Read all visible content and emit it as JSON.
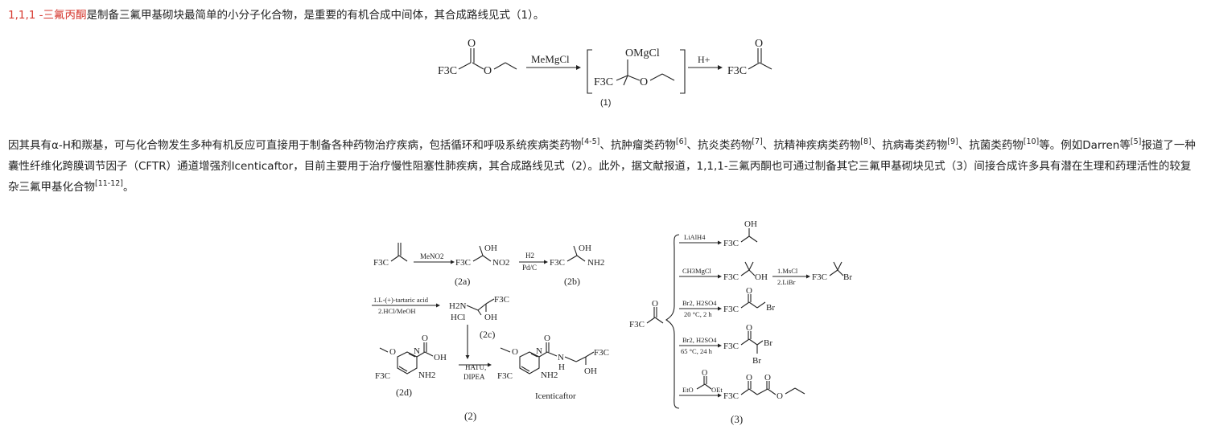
{
  "intro": {
    "highlight": "1,1,1 -三氟丙酮",
    "text": "是制备三氟甲基砌块最简单的小分子化合物，是重要的有机合成中间体，其合成路线见式（1）。"
  },
  "body": {
    "t1": "因其具有α-H和羰基，可与化合物发生多种有机反应可直接用于制备各种药物治疗疾病，包括循环和呼吸系统疾病类药物",
    "r1": "[4-5]",
    "t2": "、抗肿瘤类药物",
    "r2": "[6]",
    "t3": "、抗炎类药物",
    "r3": "[7]",
    "t4": "、抗精神疾病类药物",
    "r4": "[8]",
    "t5": "、抗病毒类药物",
    "r5": "[9]",
    "t6": "、抗菌类药物",
    "r6": "[10]",
    "t7": "等。例如Darren等",
    "r7": "[5]",
    "t8": "报道了一种囊性纤维化跨膜调节因子（CFTR）通道增强剂Icenticaftor，目前主要用于治疗慢性阻塞性肺疾病，其合成路线见式（2）。此外，据文献报道，1,1,1-三氟丙酮也可通过制备其它三氟甲基砌块见式（3）间接合成许多具有潜在生理和药理活性的较复杂三氟甲基化合物",
    "r8": "[11-12]",
    "t9": "。"
  },
  "scheme1": {
    "cf3": "F3C",
    "o": "O",
    "reagent": "MeMgCl",
    "omgcl": "OMgCl",
    "acid": "H+",
    "label": "(1)"
  },
  "scheme2": {
    "cf3": "F3C",
    "oh": "OH",
    "no2": "NO2",
    "nh2": "NH2",
    "nitro_reagent": "MeNO2",
    "h2": "H2",
    "pdc": "Pd/C",
    "label_2a": "(2a)",
    "label_2b": "(2b)",
    "tartaric": "1.L-(+)-tartaric acid",
    "hcl_meoh": "2.HCl/MeOH",
    "h2n": "H2N",
    "hcl": "HCl",
    "label_2c": "(2c)",
    "cooh_o": "O",
    "cooh_oh": "OH",
    "n": "N",
    "methoxy_o": "O",
    "amide_nh": "N",
    "amide_h": "H",
    "hatu": "HATU,",
    "dipea": "DIPEA",
    "label_2d": "(2d)",
    "product": "Icenticaftor",
    "label": "(2)"
  },
  "scheme3": {
    "cf3": "F3C",
    "o": "O",
    "oh": "OH",
    "br": "Br",
    "lialh4": "LiAlH4",
    "ch3mgcl": "CH3MgCl",
    "mscl": "1.MsCl",
    "libr": "2.LiBr",
    "br2_h2so4": "Br2, H2SO4",
    "cond_20": "20 °C, 2 h",
    "cond_65": "65 °C, 24 h",
    "eto": "EtO",
    "oet": "OEt",
    "label": "(3)"
  }
}
